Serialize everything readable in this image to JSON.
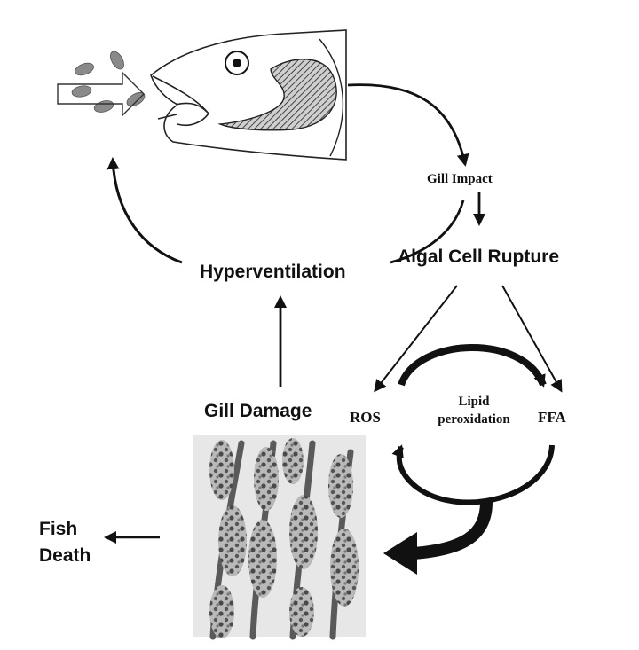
{
  "labels": {
    "gill_impact": "Gill Impact",
    "algal_cell_rupture": "Algal Cell Rupture",
    "hyperventilation": "Hyperventilation",
    "gill_damage": "Gill Damage",
    "ros": "ROS",
    "lipid_peroxidation_line1": "Lipid",
    "lipid_peroxidation_line2": "peroxidation",
    "ffa": "FFA",
    "fish_death_line1": "Fish",
    "fish_death_line2": "Death"
  },
  "colors": {
    "ink": "#111111",
    "gill_hatch": "#555555",
    "gill_tissue": "#6a6a6a",
    "algae": "#8a8a8a",
    "background": "#ffffff"
  },
  "icons": {
    "fish": "fish-head-icon",
    "algae": "algae-cell-icon",
    "flow_arrow": "hollow-arrow-icon"
  }
}
